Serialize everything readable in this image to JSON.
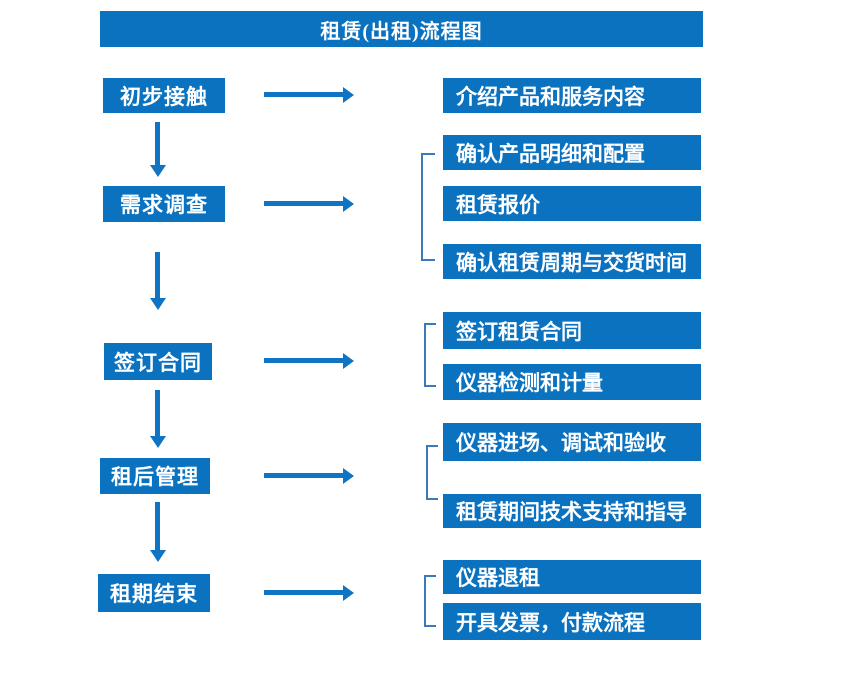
{
  "title": "租赁(出租)流程图",
  "colors": {
    "primary_blue": "#0b72c0",
    "arrow_blue": "#0f74c4",
    "bracket_blue": "#3c79ba",
    "text_white": "#ffffff"
  },
  "stages": [
    {
      "label": "初步接触",
      "outputs": [
        "介绍产品和服务内容"
      ]
    },
    {
      "label": "需求调查",
      "outputs": [
        "确认产品明细和配置",
        "租赁报价",
        "确认租赁周期与交货时间"
      ]
    },
    {
      "label": "签订合同",
      "outputs": [
        "签订租赁合同",
        "仪器检测和计量"
      ]
    },
    {
      "label": "租后管理",
      "outputs": [
        "仪器进场、调试和验收",
        "租赁期间技术支持和指导"
      ]
    },
    {
      "label": "租期结束",
      "outputs": [
        "仪器退租",
        "开具发票，付款流程"
      ]
    }
  ]
}
